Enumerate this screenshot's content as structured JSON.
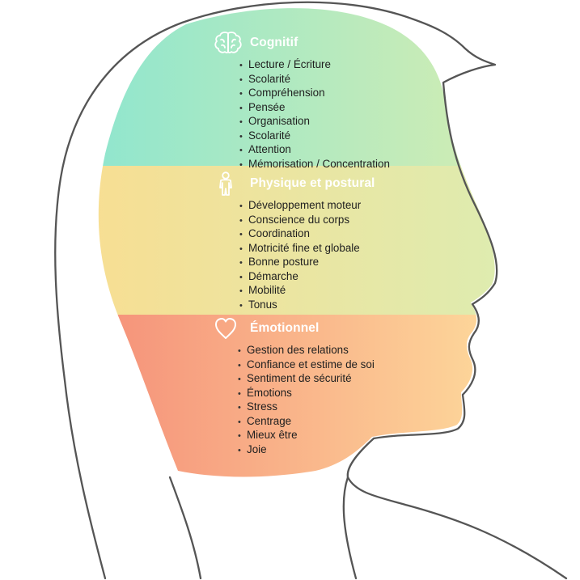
{
  "sections": [
    {
      "title": "Cognitif",
      "icon": "brain-icon",
      "items": [
        "Lecture / Écriture",
        "Scolarité",
        "Compréhension",
        "Pensée",
        "Organisation",
        "Scolarité",
        "Attention",
        "Mémorisation / Concentration"
      ]
    },
    {
      "title": "Physique et postural",
      "icon": "person-icon",
      "items": [
        "Développement moteur",
        "Conscience du corps",
        "Coordination",
        "Motricité fine et globale",
        "Bonne posture",
        "Démarche",
        "Mobilité",
        "Tonus"
      ]
    },
    {
      "title": "Émotionnel",
      "icon": "heart-icon",
      "items": [
        "Gestion des relations",
        "Confiance et estime de soi",
        "Sentiment de sécurité",
        "Émotions",
        "Stress",
        "Centrage",
        "Mieux être",
        "Joie"
      ]
    }
  ],
  "colors": {
    "cognitif": [
      "#8ee6cf",
      "#d8edb0"
    ],
    "physique": [
      "#f8de92",
      "#dcedb2"
    ],
    "emotionnel": [
      "#f58e78",
      "#fedf9e"
    ],
    "outline": "#555555"
  }
}
